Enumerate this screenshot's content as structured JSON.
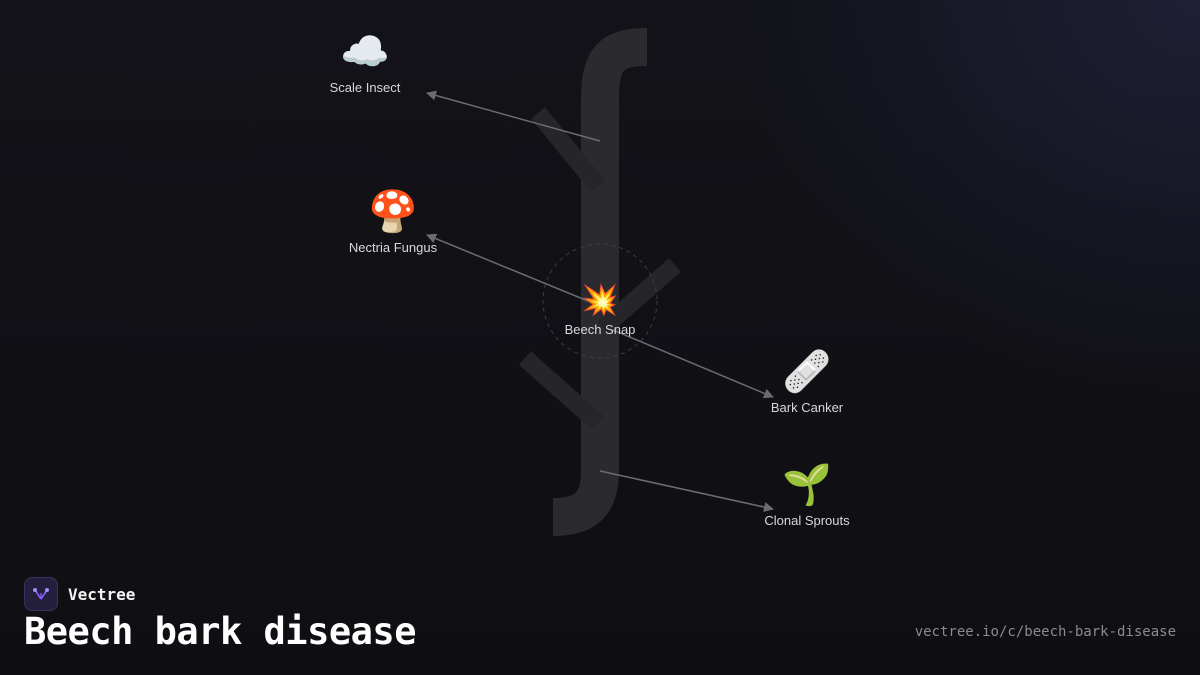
{
  "brand": {
    "name": "Vectree",
    "logo_icon": "vectree-logo-icon",
    "accent": "#8b5cf6"
  },
  "title": "Beech bark disease",
  "url": "vectree.io/c/beech-bark-disease",
  "diagram": {
    "center": {
      "id": "beech-snap",
      "label": "Beech Snap",
      "icon": "collision",
      "emoji": "💥"
    },
    "nodes": [
      {
        "id": "scale-insect",
        "label": "Scale Insect",
        "icon": "cloud",
        "emoji": "☁️",
        "direction": "incoming"
      },
      {
        "id": "nectria-fungus",
        "label": "Nectria Fungus",
        "icon": "mushroom",
        "emoji": "🍄",
        "direction": "incoming"
      },
      {
        "id": "bark-canker",
        "label": "Bark Canker",
        "icon": "bandage",
        "emoji": "🩹",
        "direction": "outgoing"
      },
      {
        "id": "clonal-sprouts",
        "label": "Clonal Sprouts",
        "icon": "seedling",
        "emoji": "🌱",
        "direction": "outgoing"
      }
    ]
  },
  "colors": {
    "background": "#111116",
    "edge": "#6b6b72",
    "watermark": "#2a2a2e",
    "label": "#d8d8dc"
  }
}
